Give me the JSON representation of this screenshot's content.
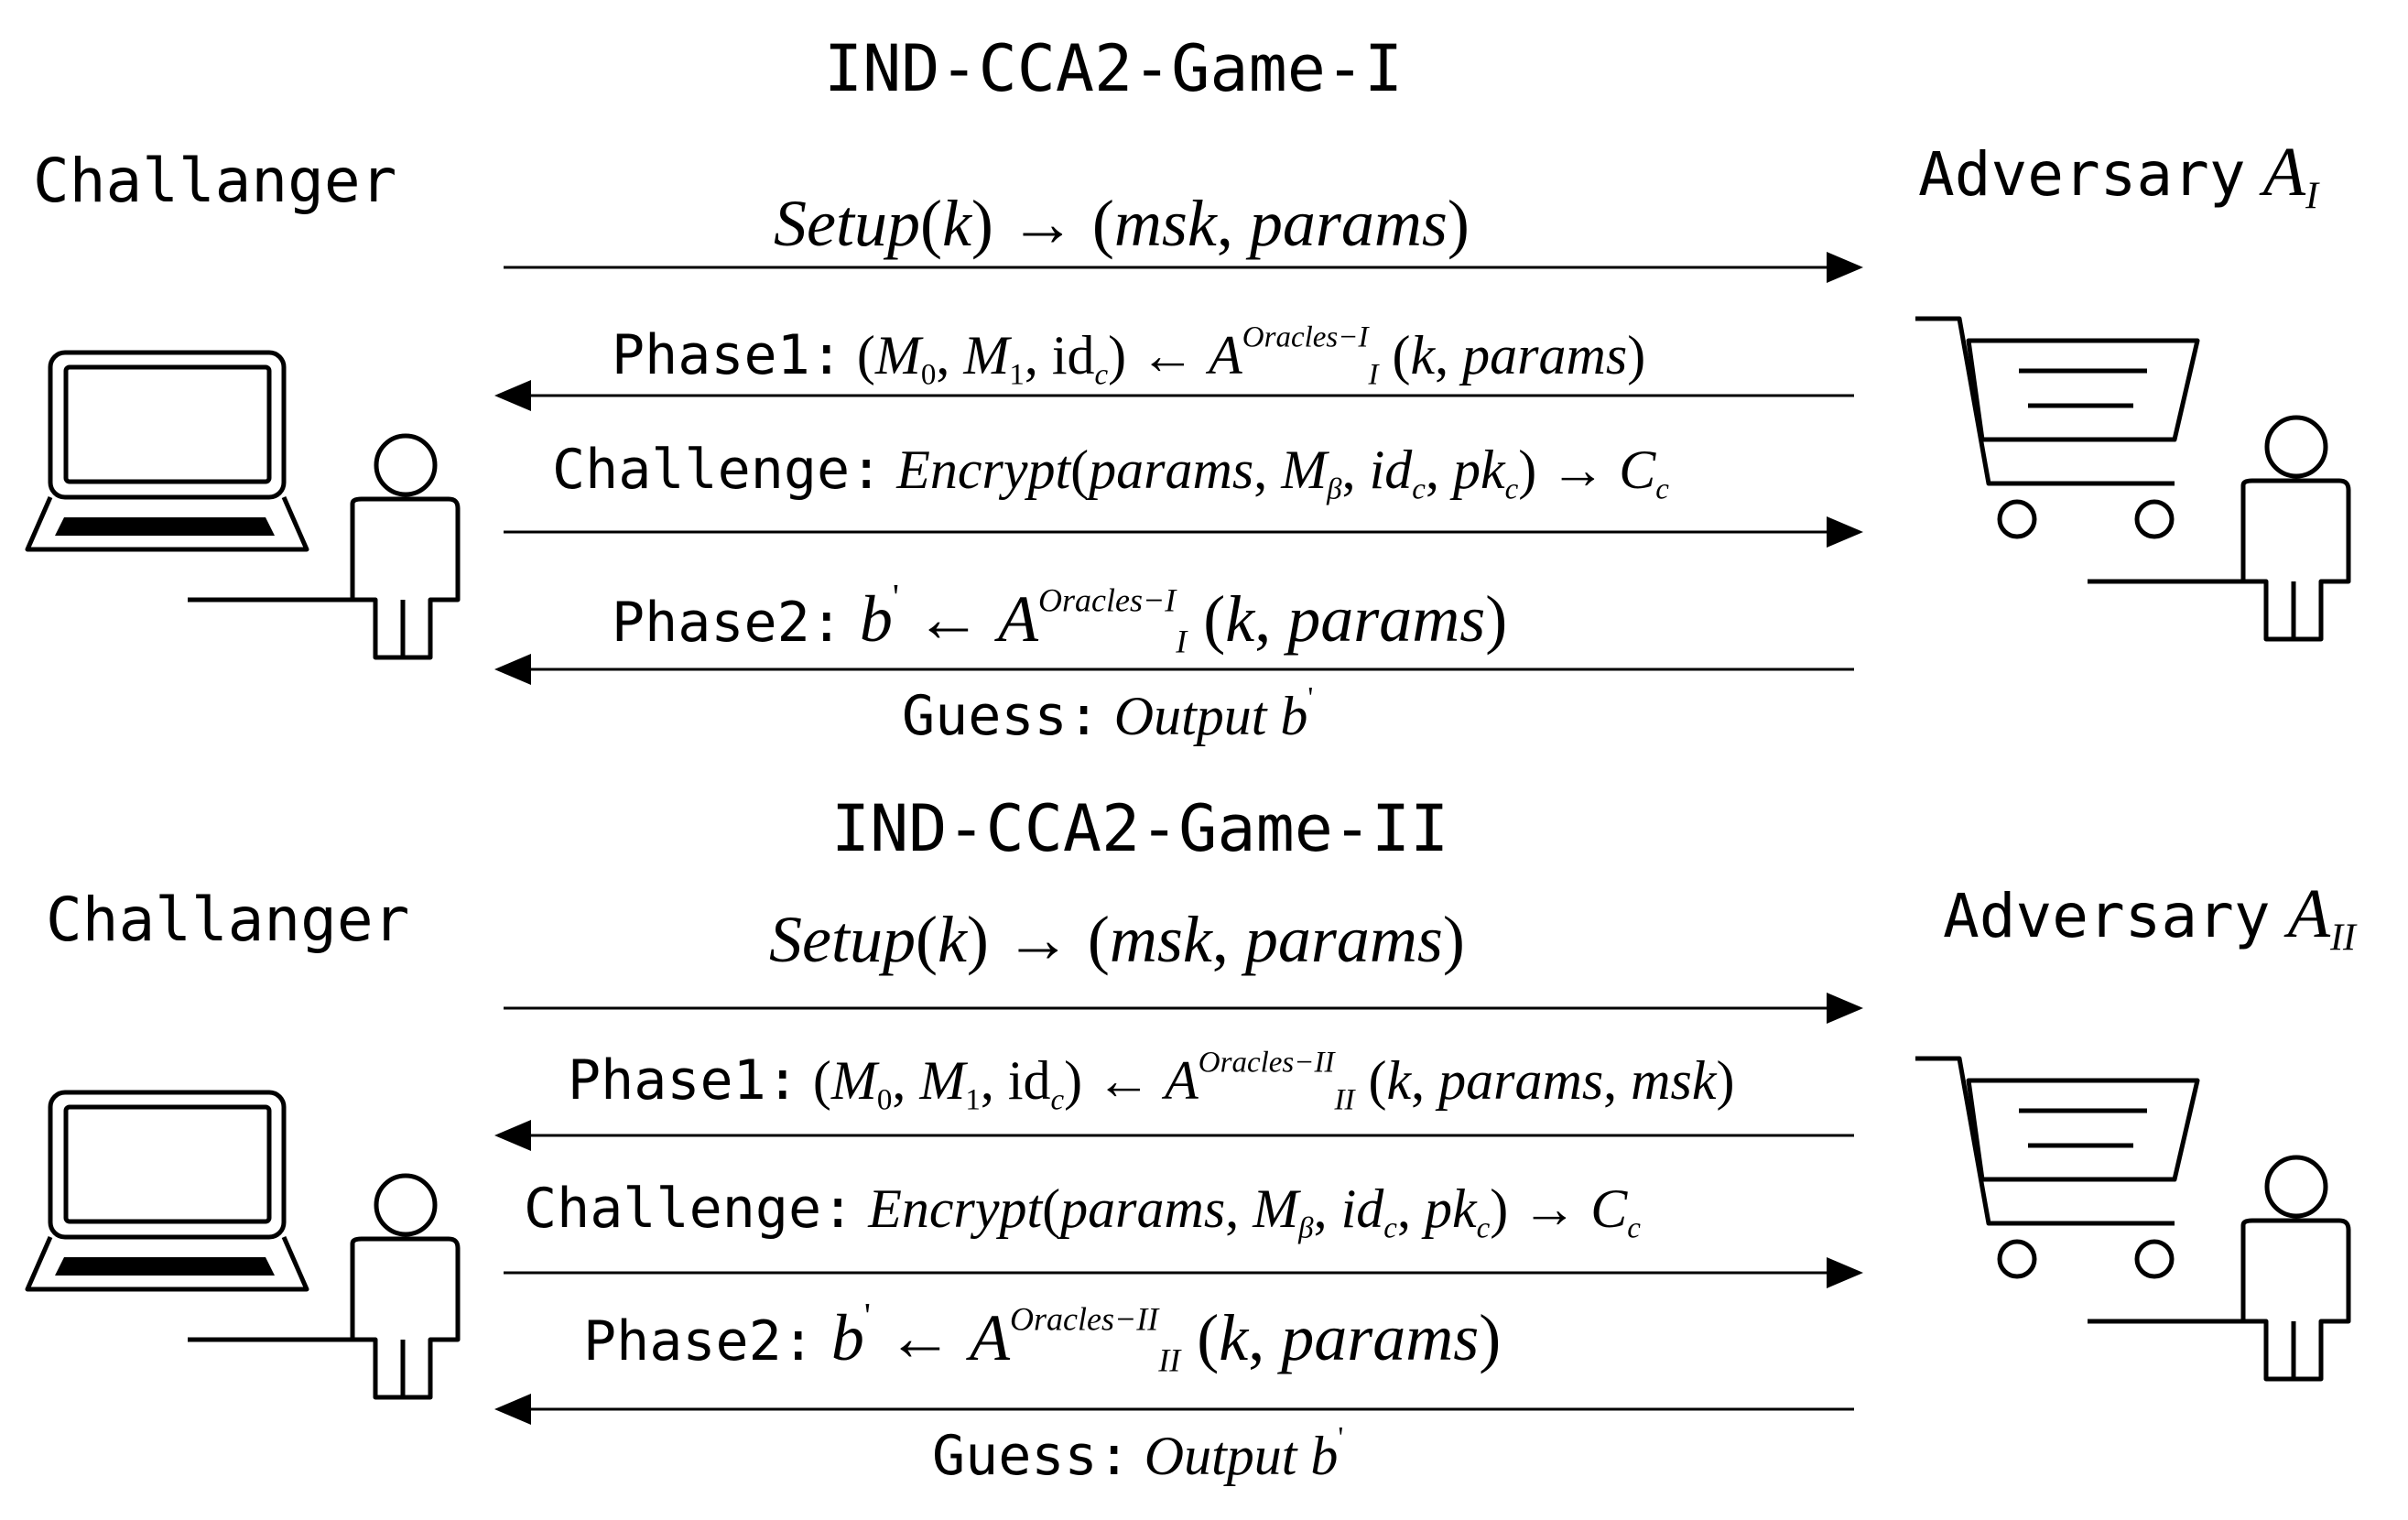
{
  "games": [
    {
      "title": "IND-CCA2-Game-I",
      "challenger_label": "Challanger",
      "adversary_label": "Adversary",
      "adversary_symbol": "A",
      "adversary_subscript": "I",
      "setup": {
        "fn": "Setup",
        "arg": "k",
        "arrow": "→",
        "out1": "msk",
        "out2": "params"
      },
      "phase1": {
        "label": "Phase1:",
        "m0": "M",
        "m0_sub": "0",
        "m1": "M",
        "m1_sub": "1",
        "id": "id",
        "id_sub": "c",
        "arrow": "←",
        "adv": "A",
        "adv_sub": "I",
        "adv_sup": "Oracles−I",
        "args": [
          "k",
          "params"
        ]
      },
      "challenge": {
        "label": "Challenge:",
        "fn": "Encrypt",
        "p1": "params",
        "m": "M",
        "m_sub": "β",
        "id": "id",
        "id_sub": "c",
        "pk": "pk",
        "pk_sub": "c",
        "arrow": "→",
        "out": "C",
        "out_sub": "c"
      },
      "phase2": {
        "label": "Phase2:",
        "b": "b",
        "b_prime": "'",
        "arrow": "←",
        "adv": "A",
        "adv_sub": "I",
        "adv_sup": "Oracles−I",
        "args": [
          "k",
          "params"
        ]
      },
      "guess": {
        "label": "Guess:",
        "text": "Output",
        "b": "b",
        "b_prime": "'"
      }
    },
    {
      "title": "IND-CCA2-Game-II",
      "challenger_label": "Challanger",
      "adversary_label": "Adversary",
      "adversary_symbol": "A",
      "adversary_subscript": "II",
      "setup": {
        "fn": "Setup",
        "arg": "k",
        "arrow": "→",
        "out1": "msk",
        "out2": "params"
      },
      "phase1": {
        "label": "Phase1:",
        "m0": "M",
        "m0_sub": "0",
        "m1": "M",
        "m1_sub": "1",
        "id": "id",
        "id_sub": "c",
        "arrow": "←",
        "adv": "A",
        "adv_sub": "II",
        "adv_sup": "Oracles−II",
        "args": [
          "k",
          "params",
          "msk"
        ]
      },
      "challenge": {
        "label": "Challenge:",
        "fn": "Encrypt",
        "p1": "params",
        "m": "M",
        "m_sub": "β",
        "id": "id",
        "id_sub": "c",
        "pk": "pk",
        "pk_sub": "c",
        "arrow": "→",
        "out": "C",
        "out_sub": "c"
      },
      "phase2": {
        "label": "Phase2:",
        "b": "b",
        "b_prime": "'",
        "arrow": "←",
        "adv": "A",
        "adv_sub": "II",
        "adv_sup": "Oracles−II",
        "args": [
          "k",
          "params"
        ]
      },
      "guess": {
        "label": "Guess:",
        "text": "Output",
        "b": "b",
        "b_prime": "'"
      }
    }
  ],
  "icons": {
    "challenger": [
      "laptop-icon",
      "person-icon"
    ],
    "adversary": [
      "shopping-cart-icon",
      "person-icon"
    ]
  },
  "colors": {
    "ink": "#000000",
    "background": "#ffffff"
  }
}
